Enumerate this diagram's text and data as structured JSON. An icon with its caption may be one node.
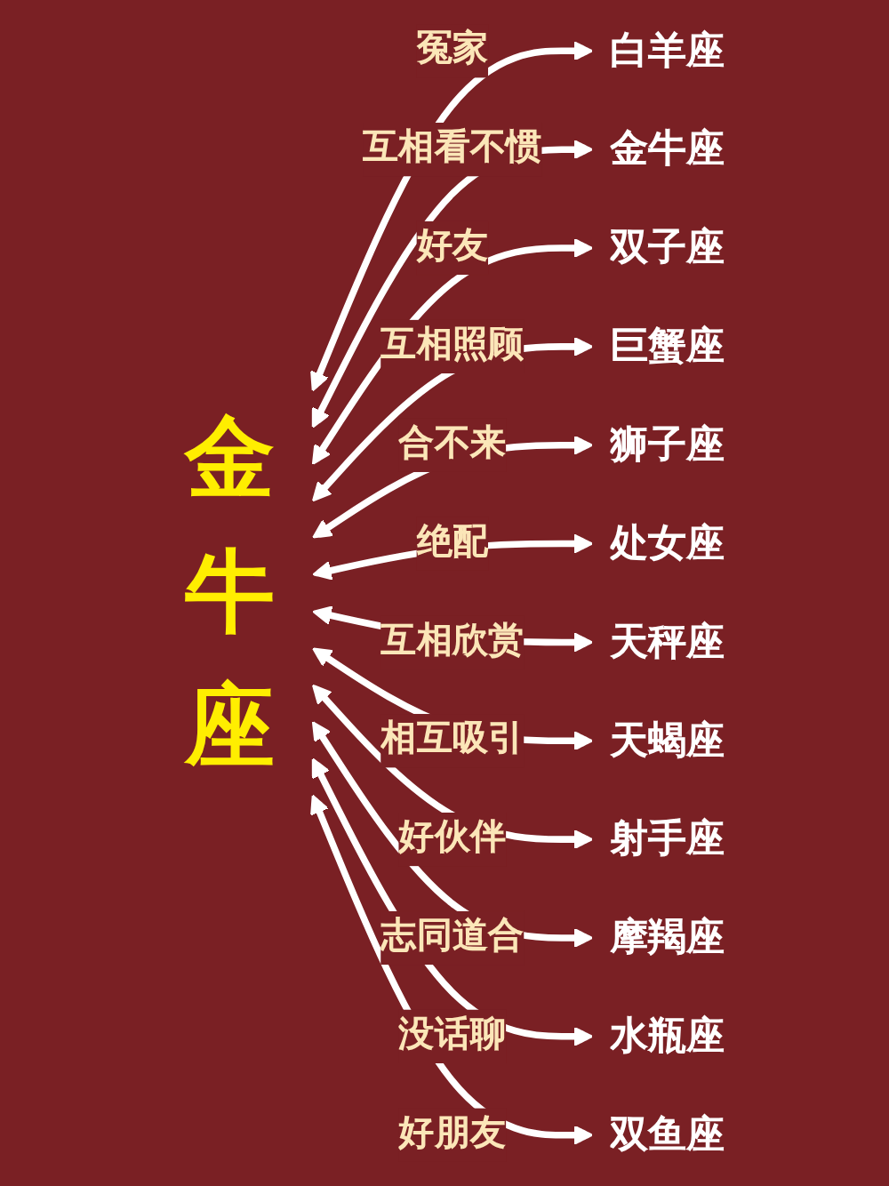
{
  "diagram": {
    "nodes": [
      {
        "text": [
          "金牛座"
        ]
      },
      {
        "text": [
          "白羊座"
        ]
      },
      {
        "text": [
          "金牛座"
        ]
      },
      {
        "text": [
          "双子座"
        ]
      },
      {
        "text": [
          "巨蟹座"
        ]
      },
      {
        "text": [
          "狮子座"
        ]
      },
      {
        "text": [
          "处女座"
        ]
      },
      {
        "text": [
          "天秤座"
        ]
      },
      {
        "text": [
          "天蝎座"
        ]
      },
      {
        "text": [
          "射手座"
        ]
      },
      {
        "text": [
          "摩羯座"
        ]
      },
      {
        "text": [
          "水瓶座"
        ]
      },
      {
        "text": [
          "双鱼座"
        ]
      }
    ],
    "edges": [
      {
        "from": 0,
        "to": 1,
        "arrow": "both",
        "label": "冤家"
      },
      {
        "from": 0,
        "to": 2,
        "arrow": "both",
        "label": "互相看不惯"
      },
      {
        "from": 0,
        "to": 3,
        "arrow": "both",
        "label": "好友"
      },
      {
        "from": 0,
        "to": 4,
        "arrow": "both",
        "label": "互相照顾"
      },
      {
        "from": 0,
        "to": 5,
        "arrow": "both",
        "label": "合不来"
      },
      {
        "from": 0,
        "to": 6,
        "arrow": "both",
        "label": "绝配"
      },
      {
        "from": 0,
        "to": 7,
        "arrow": "both",
        "label": "互相欣赏"
      },
      {
        "from": 0,
        "to": 8,
        "arrow": "both",
        "label": "相互吸引"
      },
      {
        "from": 0,
        "to": 9,
        "arrow": "both",
        "label": "好伙伴"
      },
      {
        "from": 0,
        "to": 10,
        "arrow": "both",
        "label": "志同道合"
      },
      {
        "from": 0,
        "to": 11,
        "arrow": "both",
        "label": "没话聊"
      },
      {
        "from": 0,
        "to": 12,
        "arrow": "both",
        "label": "好朋友"
      }
    ]
  }
}
